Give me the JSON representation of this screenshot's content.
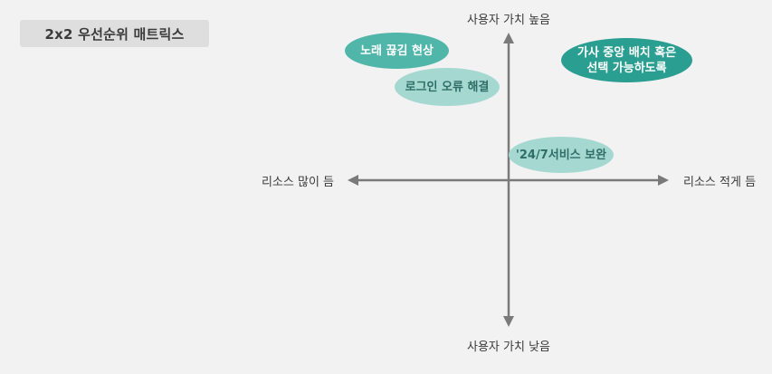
{
  "title": "2x2 우선순위 매트릭스",
  "axes": {
    "top": "사용자 가치 높음",
    "bottom": "사용자 가치 낮음",
    "left": "리소스 많이 듬",
    "right": "리소스 적게 듬"
  },
  "items": [
    {
      "label": "노래 끊김 현상",
      "shade": "mid"
    },
    {
      "label": "로그인 오류 해결",
      "shade": "light"
    },
    {
      "label_lines": [
        "가사 중앙 배치 혹은",
        "선택 가능하도록"
      ],
      "shade": "dark"
    },
    {
      "label": "'24/7서비스 보완",
      "shade": "light"
    }
  ],
  "colors": {
    "background": "#f2f2f2",
    "title_badge": "#dedede",
    "axis": "#7a7a7a",
    "teal_dark": "#2a9e91",
    "teal_mid": "#4fb6a9",
    "teal_light": "#a6d8d2"
  }
}
